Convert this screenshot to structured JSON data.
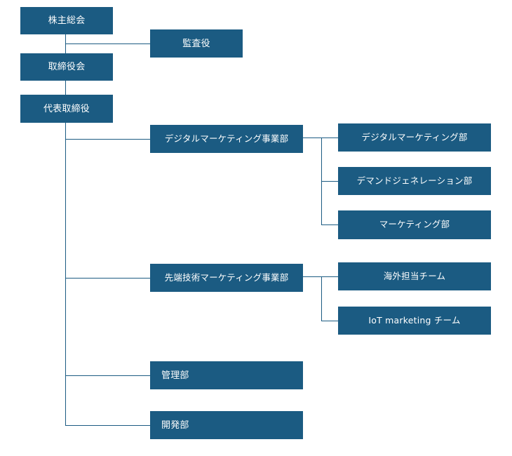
{
  "nodes": {
    "shareholders": "株主総会",
    "auditor": "監査役",
    "board": "取締役会",
    "ceo": "代表取締役",
    "digital_division": "デジタルマーケティング事業部",
    "digital_dept": "デジタルマーケティング部",
    "demand_gen_dept": "デマンドジェネレーション部",
    "marketing_dept": "マーケティング部",
    "tech_division": "先端技術マーケティング事業部",
    "overseas_team": "海外担当チーム",
    "iot_team": "IoT marketing チーム",
    "management_dept": "管理部",
    "development_dept": "開発部"
  },
  "colors": {
    "box": "#1b5b82",
    "line": "#1b5b82",
    "text": "#ffffff"
  }
}
